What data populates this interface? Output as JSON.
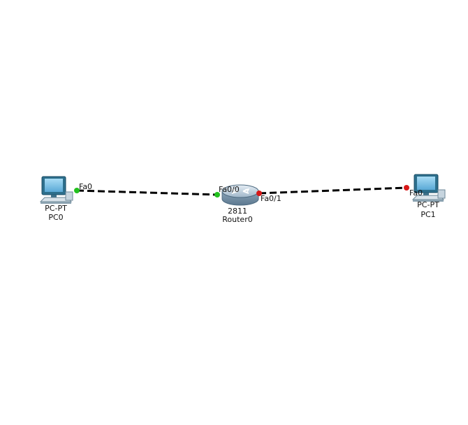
{
  "workspace": {
    "devices": [
      {
        "id": "pc0",
        "model": "PC-PT",
        "name": "PC0",
        "type": "pc"
      },
      {
        "id": "router0",
        "model": "2811",
        "name": "Router0",
        "type": "router"
      },
      {
        "id": "pc1",
        "model": "PC-PT",
        "name": "PC1",
        "type": "pc"
      }
    ],
    "links": [
      {
        "from": "pc0",
        "from_port": "Fa0",
        "from_status": "up",
        "to": "router0",
        "to_port": "Fa0/0",
        "to_status": "up"
      },
      {
        "from": "router0",
        "from_port": "Fa0/1",
        "from_status": "down",
        "to": "pc1",
        "to_port": "Fa0",
        "to_status": "down"
      }
    ],
    "colors": {
      "cable": "#000000",
      "status_up": "#22c01e",
      "status_down": "#d81818",
      "pc_screen": "#7fc0e6",
      "pc_frame": "#2d6f8c",
      "router_body": "#b7c9d8"
    }
  }
}
